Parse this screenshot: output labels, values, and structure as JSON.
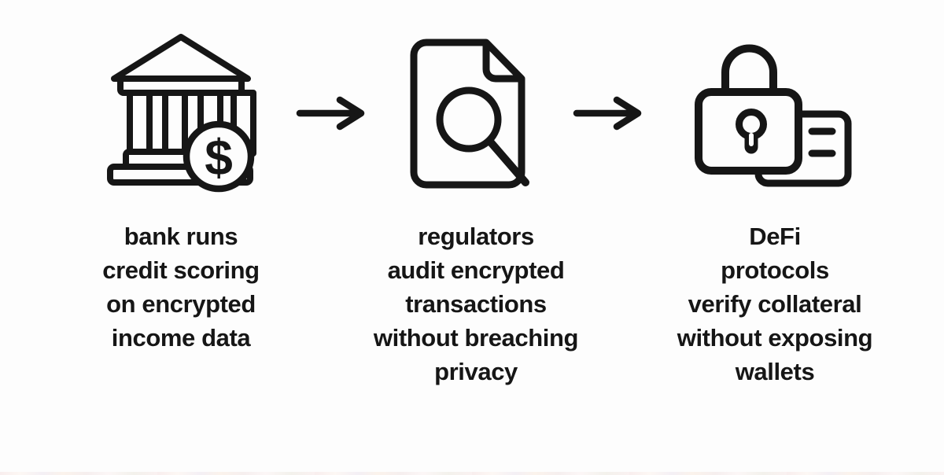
{
  "colors": {
    "ink": "#161616",
    "background": "#fdfdfd"
  },
  "columns": [
    {
      "icon": "bank-dollar-icon",
      "coin_symbol": "$",
      "caption_lines": [
        "bank runs",
        "credit scoring",
        "on encrypted",
        "income data"
      ]
    },
    {
      "icon": "document-magnifier-icon",
      "caption_lines": [
        "regulators",
        "audit encrypted",
        "transactions",
        "without breaching",
        "privacy"
      ]
    },
    {
      "icon": "padlock-card-icon",
      "caption_lines": [
        "DeFi",
        "protocols",
        "verify collateral",
        "without exposing",
        "wallets"
      ]
    }
  ],
  "connectors": [
    {
      "icon": "arrow-right-icon"
    },
    {
      "icon": "arrow-right-icon"
    }
  ]
}
